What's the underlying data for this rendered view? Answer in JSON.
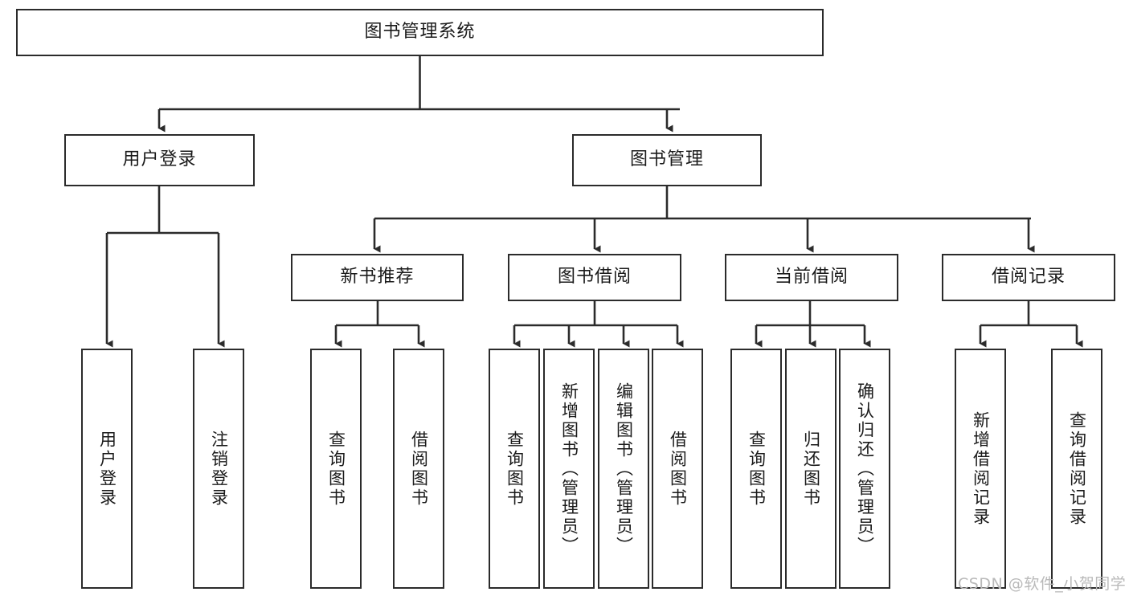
{
  "diagram": {
    "title": "图书管理系统",
    "type": "tree-hierarchy-diagram",
    "watermark": "CSDN @软件_小贺同学",
    "style": {
      "box_border_color": "#2b2b2b",
      "box_fill_color": "#ffffff",
      "edge_color": "#2b2b2b",
      "background_color": "#ffffff",
      "watermark_color": "#b9b9b9"
    },
    "nodes": {
      "root": {
        "label": "图书管理系统"
      },
      "level2": [
        {
          "id": "user-login",
          "label": "用户登录"
        },
        {
          "id": "book-manage",
          "label": "图书管理"
        }
      ],
      "level3": [
        {
          "id": "new-book-recommend",
          "label": "新书推荐"
        },
        {
          "id": "book-borrow",
          "label": "图书借阅"
        },
        {
          "id": "current-borrow",
          "label": "当前借阅"
        },
        {
          "id": "borrow-record",
          "label": "借阅记录"
        }
      ],
      "leaves": {
        "user-login": [
          {
            "id": "leaf-user-login",
            "label": "用户登录"
          },
          {
            "id": "leaf-user-logout",
            "label": "注销登录"
          }
        ],
        "new-book-recommend": [
          {
            "id": "leaf-query-book-1",
            "label": "查询图书"
          },
          {
            "id": "leaf-borrow-book-1",
            "label": "借阅图书"
          }
        ],
        "book-borrow": [
          {
            "id": "leaf-query-book-2",
            "label": "查询图书"
          },
          {
            "id": "leaf-add-book",
            "label": "新增图书（管理员）"
          },
          {
            "id": "leaf-edit-book",
            "label": "编辑图书（管理员）"
          },
          {
            "id": "leaf-borrow-book-2",
            "label": "借阅图书"
          }
        ],
        "current-borrow": [
          {
            "id": "leaf-query-book-3",
            "label": "查询图书"
          },
          {
            "id": "leaf-return-book",
            "label": "归还图书"
          },
          {
            "id": "leaf-confirm-return",
            "label": "确认归还（管理员）"
          }
        ],
        "borrow-record": [
          {
            "id": "leaf-add-record",
            "label": "新增借阅记录"
          },
          {
            "id": "leaf-query-record",
            "label": "查询借阅记录"
          }
        ]
      }
    }
  }
}
